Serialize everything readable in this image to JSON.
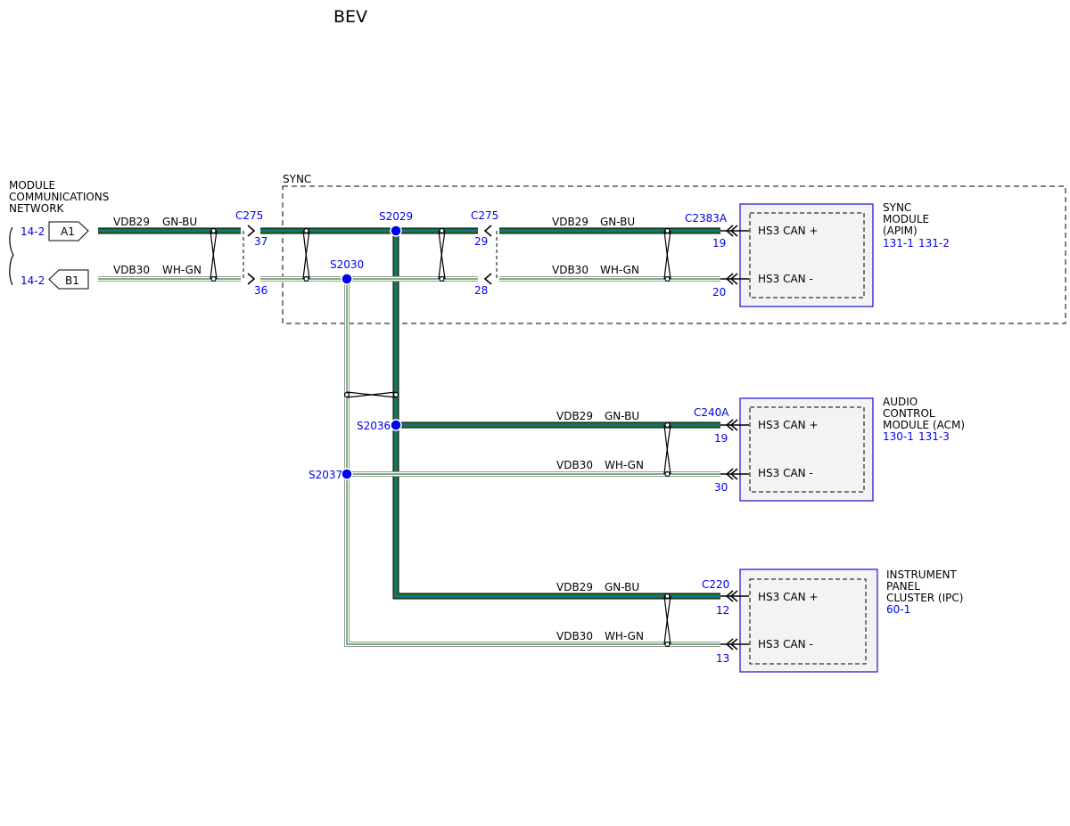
{
  "title": "BEV",
  "network_label": [
    "MODULE",
    "COMMUNICATIONS",
    "NETWORK"
  ],
  "sync_box_label": "SYNC",
  "inputs": [
    {
      "page_ref": "14-2",
      "connector": "A1"
    },
    {
      "page_ref": "14-2",
      "connector": "B1"
    }
  ],
  "wires": {
    "can_high": {
      "circuit": "VDB29",
      "color": "GN-BU",
      "hex_main": "#2e7d32",
      "hex_stripe": "#1565c0"
    },
    "can_low": {
      "circuit": "VDB30",
      "color": "WH-GN",
      "hex_main": "#ffffff",
      "hex_stripe": "#2e7d32"
    }
  },
  "connectors": {
    "c275_in": {
      "name": "C275",
      "pin_high": "37",
      "pin_low": "36"
    },
    "c275_out": {
      "name": "C275",
      "pin_high": "29",
      "pin_low": "28"
    }
  },
  "splices": [
    "S2029",
    "S2030",
    "S2036",
    "S2037"
  ],
  "modules": [
    {
      "connector": "C2383A",
      "pin_high": "19",
      "pin_low": "20",
      "pin_high_label": "HS3 CAN +",
      "pin_low_label": "HS3 CAN -",
      "name_lines": [
        "SYNC",
        "MODULE",
        "(APIM)"
      ],
      "refs": [
        "131-1",
        "131-2"
      ]
    },
    {
      "connector": "C240A",
      "pin_high": "19",
      "pin_low": "30",
      "pin_high_label": "HS3 CAN +",
      "pin_low_label": "HS3 CAN -",
      "name_lines": [
        "AUDIO",
        "CONTROL",
        "MODULE (ACM)"
      ],
      "refs": [
        "130-1",
        "131-3"
      ]
    },
    {
      "connector": "C220",
      "pin_high": "12",
      "pin_low": "13",
      "pin_high_label": "HS3 CAN +",
      "pin_low_label": "HS3 CAN -",
      "name_lines": [
        "INSTRUMENT",
        "PANEL",
        "CLUSTER (IPC)"
      ],
      "refs": [
        "60-1"
      ]
    }
  ]
}
